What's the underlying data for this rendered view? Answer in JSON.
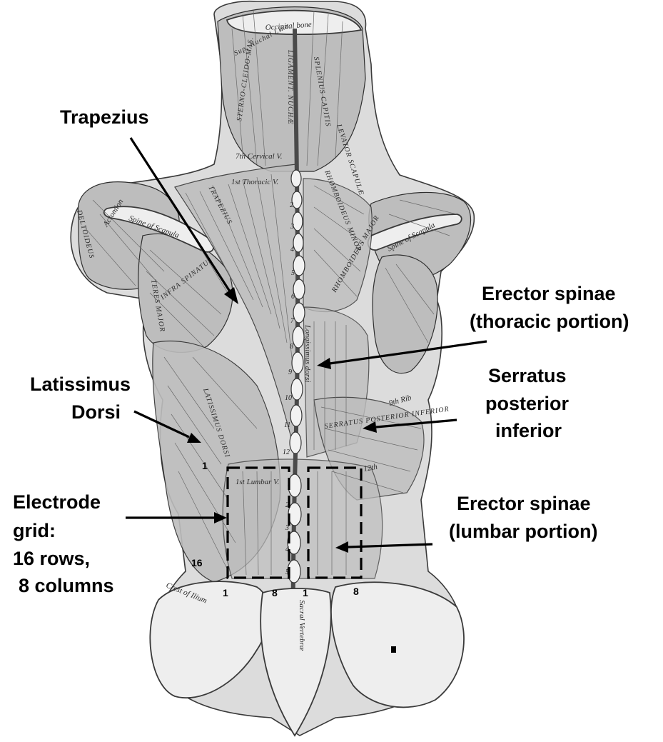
{
  "labels": {
    "trapezius": "Trapezius",
    "erector_thoracic_line1": "Erector spinae",
    "erector_thoracic_line2": "(thoracic portion)",
    "latissimus_line1": "Latissimus",
    "latissimus_line2": "Dorsi",
    "serratus_line1": "Serratus",
    "serratus_line2": "posterior",
    "serratus_line3": "inferior",
    "electrode_line1": "Electrode",
    "electrode_line2": "grid:",
    "electrode_line3": "16 rows,",
    "electrode_line4": "8 columns",
    "erector_lumbar_line1": "Erector spinae",
    "erector_lumbar_line2": "(lumbar portion)"
  },
  "grid_numbers": {
    "row_first": "1",
    "row_last": "16",
    "left_col_first": "1",
    "left_col_last": "8",
    "right_col_first": "1",
    "right_col_last": "8"
  },
  "anatomy_text": {
    "occipital_bone": "Occipital bone",
    "sup_nuchal_line": "Sup. Nuchal Line",
    "sterno_cleido_mas": "STERNO-CLEIDO-MAS.",
    "ligament_nuchae": "LIGAMENT. NUCHÆ",
    "splenius_capitis": "SPLENIUS CAPITIS",
    "levator_scapulae": "LEVATOR SCAPULÆ",
    "cervical_7": "7th Cervical V.",
    "thoracic_1": "1st Thoracic V.",
    "trapezius_muscle": "TRAPEZIUS",
    "acromion": "Acromion",
    "spine_of_scapula_left": "Spine of Scapula",
    "spine_of_scapula_right": "Spine of Scapula",
    "deltoideus": "DELTOIDEUS",
    "infra_spinatus": "INFRA SPINATUS",
    "teres_major": "TERES MAJOR",
    "rhomboideus_minor": "RHOMBOIDEUS MINOR",
    "rhomboideus_major": "RHOMBOIDEUS MAJOR",
    "latissimus_dorsi": "LATISSIMUS DORSI",
    "longissimus_dorsi": "Longissimus dorsi",
    "serratus_posterior_inferior": "SERRATUS POSTERIOR INFERIOR",
    "rib_9": "9th Rib",
    "rib_12": "12th",
    "lumbar_1": "1st Lumbar V.",
    "crest_of_ilium": "Crest of Ilium",
    "sacral_vertebrae": "Sacral Vertebræ"
  },
  "vertebra_numbers": [
    "2",
    "3",
    "4",
    "5",
    "6",
    "7",
    "8",
    "9",
    "10",
    "11",
    "12"
  ],
  "lumbar_numbers": [
    "2",
    "3",
    "4",
    "5"
  ]
}
